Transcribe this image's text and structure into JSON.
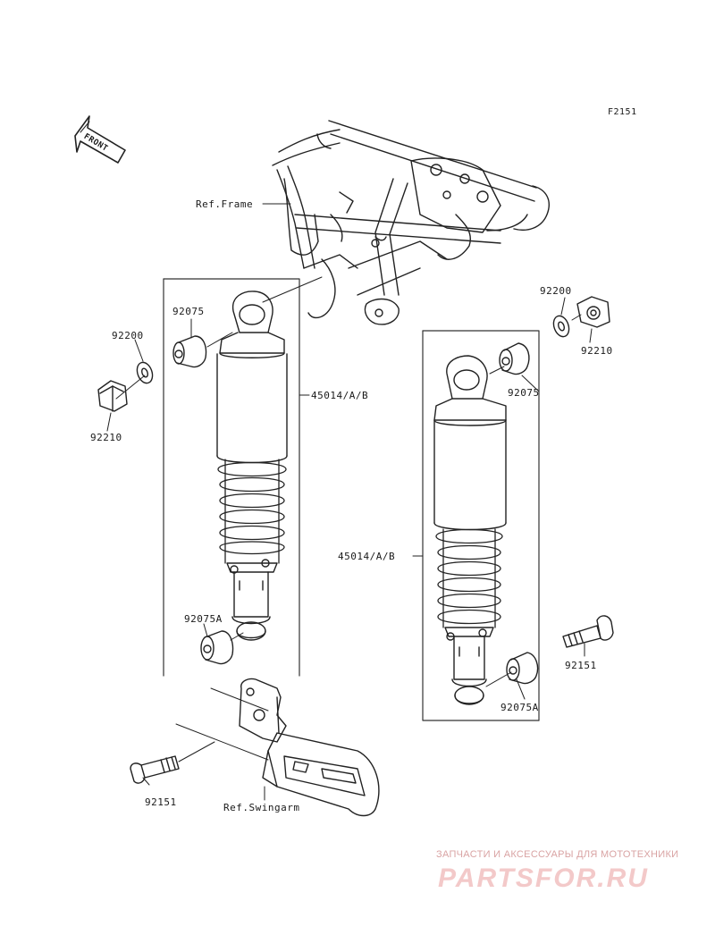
{
  "figure_code": "F2151",
  "front_arrow_text": "FRONT",
  "ref_labels": {
    "frame": "Ref.Frame",
    "swingarm": "Ref.Swingarm"
  },
  "parts": {
    "left_92075": "92075",
    "left_92200": "92200",
    "left_92210": "92210",
    "left_45014": "45014/A/B",
    "left_92075A": "92075A",
    "left_92151": "92151",
    "right_92200": "92200",
    "right_92210": "92210",
    "right_92075": "92075",
    "right_45014": "45014/A/B",
    "right_92151": "92151",
    "right_92075A": "92075A"
  },
  "watermark": {
    "tagline": "ЗАПЧАСТИ И АКСЕССУАРЫ ДЛЯ МОТОТЕХНИКИ",
    "logo": "PARTSFOR.RU"
  }
}
